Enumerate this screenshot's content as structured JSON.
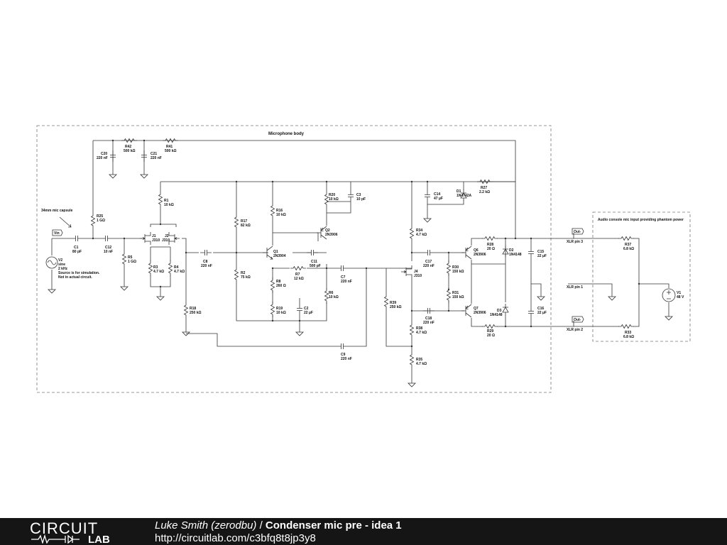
{
  "regions": {
    "microphone_body": "Microphone body",
    "console": "Audio console mic input providing phantom power"
  },
  "source": {
    "name": "V2",
    "value": "sine",
    "freq": "2 kHz",
    "note1": "Source is for simulation.",
    "note2": "Not in actual circuit.",
    "capsule_label": "34mm mic capsule"
  },
  "nets": {
    "vin": "Vin",
    "out_plus": "Out-",
    "out_minus": "Out-"
  },
  "labels": {
    "xlr3": "XLR pin 3",
    "xlr1": "XLR pin 1",
    "xlr2": "XLR pin 2"
  },
  "parts": {
    "r42": {
      "ref": "R42",
      "val": "500 kΩ"
    },
    "r41": {
      "ref": "R41",
      "val": "500 kΩ"
    },
    "c20": {
      "ref": "C20",
      "val": "220 nF"
    },
    "c21": {
      "ref": "C21",
      "val": "220 nF"
    },
    "r25": {
      "ref": "R25",
      "val": "1 GΩ"
    },
    "c1": {
      "ref": "C1",
      "val": "80 pF"
    },
    "c12": {
      "ref": "C12",
      "val": "10 nF"
    },
    "r5": {
      "ref": "R5",
      "val": "1 GΩ"
    },
    "r1": {
      "ref": "R1",
      "val": "10 kΩ"
    },
    "j1": {
      "ref": "J1",
      "val": "J310"
    },
    "j2": {
      "ref": "J2",
      "val": "J310"
    },
    "r3": {
      "ref": "R3",
      "val": "4.7 kΩ"
    },
    "r4": {
      "ref": "R4",
      "val": "4.7 kΩ"
    },
    "r18": {
      "ref": "R18",
      "val": "250 kΩ"
    },
    "c8": {
      "ref": "C8",
      "val": "220 nF"
    },
    "r17": {
      "ref": "R17",
      "val": "82 kΩ"
    },
    "r2": {
      "ref": "R2",
      "val": "75 kΩ"
    },
    "r16": {
      "ref": "R16",
      "val": "10 kΩ"
    },
    "q1": {
      "ref": "Q1",
      "val": "2N3904"
    },
    "r8": {
      "ref": "R8",
      "val": "260 Ω"
    },
    "r19": {
      "ref": "R19",
      "val": "10 kΩ"
    },
    "c2": {
      "ref": "C2",
      "val": "22 µF"
    },
    "r7": {
      "ref": "R7",
      "val": "12 kΩ"
    },
    "c11": {
      "ref": "C11",
      "val": "500 pF"
    },
    "r20": {
      "ref": "R20",
      "val": "10 kΩ"
    },
    "c3": {
      "ref": "C3",
      "val": "10 pF"
    },
    "q2": {
      "ref": "Q2",
      "val": "2N3906"
    },
    "r6": {
      "ref": "R6",
      "val": "10 kΩ"
    },
    "c7": {
      "ref": "C7",
      "val": "220 nF"
    },
    "c9": {
      "ref": "C9",
      "val": "220 nF"
    },
    "r39": {
      "ref": "R39",
      "val": "250 kΩ"
    },
    "c14": {
      "ref": "C14",
      "val": "47 µF"
    },
    "d1": {
      "ref": "D1",
      "val": "1N4742A"
    },
    "r27": {
      "ref": "R27",
      "val": "2.2 kΩ"
    },
    "r34": {
      "ref": "R34",
      "val": "4.7 kΩ"
    },
    "j4": {
      "ref": "J4",
      "val": "J310"
    },
    "c17": {
      "ref": "C17",
      "val": "220 nF"
    },
    "c18": {
      "ref": "C18",
      "val": "220 nF"
    },
    "r38": {
      "ref": "R38",
      "val": "4.7 kΩ"
    },
    "r35": {
      "ref": "R35",
      "val": "4.7 kΩ"
    },
    "r30": {
      "ref": "R30",
      "val": "150 kΩ"
    },
    "r31": {
      "ref": "R31",
      "val": "150 kΩ"
    },
    "q6": {
      "ref": "Q6",
      "val": "2N3906"
    },
    "q7": {
      "ref": "Q7",
      "val": "2N3906"
    },
    "r28": {
      "ref": "R28",
      "val": "20 Ω"
    },
    "r29": {
      "ref": "R29",
      "val": "20 Ω"
    },
    "d2": {
      "ref": "D2",
      "val": "1N4148"
    },
    "d3": {
      "ref": "D3",
      "val": "1N4148"
    },
    "c15": {
      "ref": "C15",
      "val": "22 µF"
    },
    "c16": {
      "ref": "C16",
      "val": "22 µF"
    },
    "r37": {
      "ref": "R37",
      "val": "6.8 kΩ"
    },
    "r33": {
      "ref": "R33",
      "val": "6.8 kΩ"
    },
    "v1": {
      "ref": "V1",
      "val": "48 V"
    }
  },
  "footer": {
    "author": "Luke Smith (zerodbu)",
    "separator": " / ",
    "title": "Condenser mic pre - idea 1",
    "url": "http://circuitlab.com/c3bfq8t8jp3y8",
    "logo_top": "CIRCUIT",
    "logo_bottom": "LAB"
  }
}
